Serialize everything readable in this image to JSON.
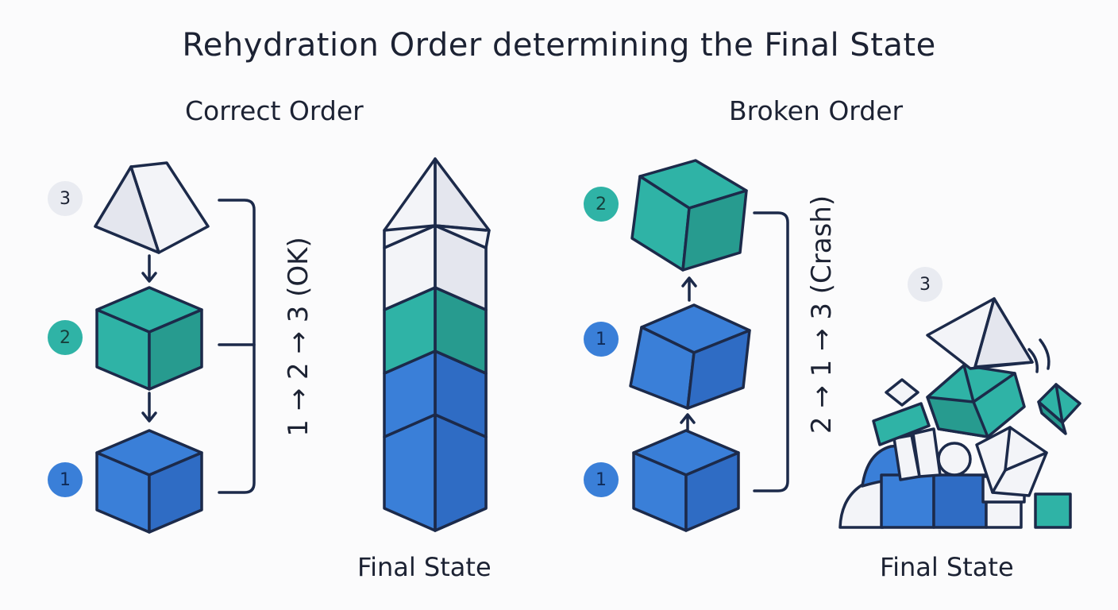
{
  "title": "Rehydration Order determining the Final State",
  "correct": {
    "heading": "Correct Order",
    "sequence_label": "1 → 2 → 3 (OK)",
    "final_label": "Final State",
    "badges": [
      "3",
      "2",
      "1"
    ]
  },
  "broken": {
    "heading": "Broken Order",
    "sequence_label": "2 → 1 → 3 (Crash)",
    "final_label": "Final State",
    "badges": [
      "2",
      "1",
      "1",
      "3"
    ]
  },
  "colors": {
    "stroke": "#1c2a4a",
    "blue": "#3a7fd8",
    "blue_dark": "#2f6cc4",
    "teal": "#2fb3a6",
    "teal_dark": "#279b8f",
    "white": "#f3f4f8",
    "white_dark": "#e4e6ee"
  }
}
